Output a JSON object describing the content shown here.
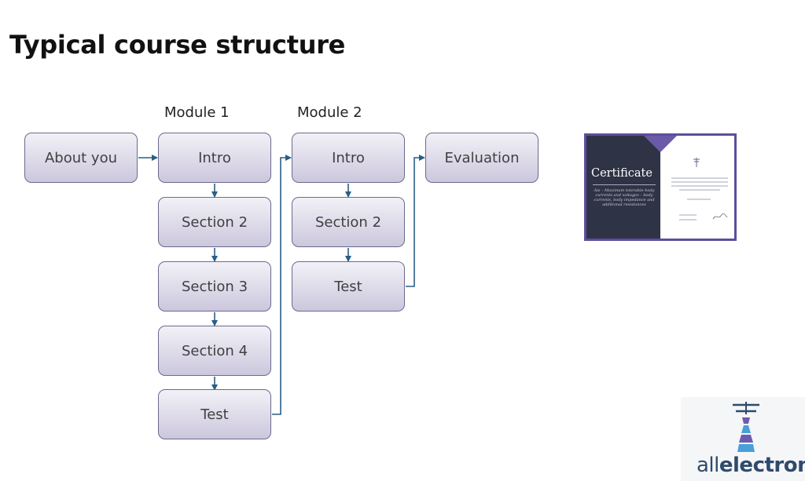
{
  "title": "Typical course structure",
  "modules": {
    "module1": "Module 1",
    "module2": "Module 2"
  },
  "nodes": {
    "about": "About you",
    "m1_intro": "Intro",
    "m1_sec2": "Section 2",
    "m1_sec3": "Section 3",
    "m1_sec4": "Section 4",
    "m1_test": "Test",
    "m2_intro": "Intro",
    "m2_sec2": "Section 2",
    "m2_test": "Test",
    "evaluation": "Evaluation"
  },
  "certificate": {
    "heading": "Certificate",
    "subtitle": "Ais – Maximum tolerable body currents and voltages – body currents, body impedance and additional resistances"
  },
  "logo": {
    "text_light": "all",
    "text_bold": "electron",
    "icon": "pylon-icon"
  },
  "colors": {
    "node_fill_top": "#f2f1f7",
    "node_fill_bottom": "#ccc7dd",
    "node_border": "#6b6a8c",
    "arrow": "#2a5d85",
    "cert_dark": "#2e3445",
    "cert_accent": "#5e4d9b",
    "logo_text": "#2f4a6b"
  }
}
